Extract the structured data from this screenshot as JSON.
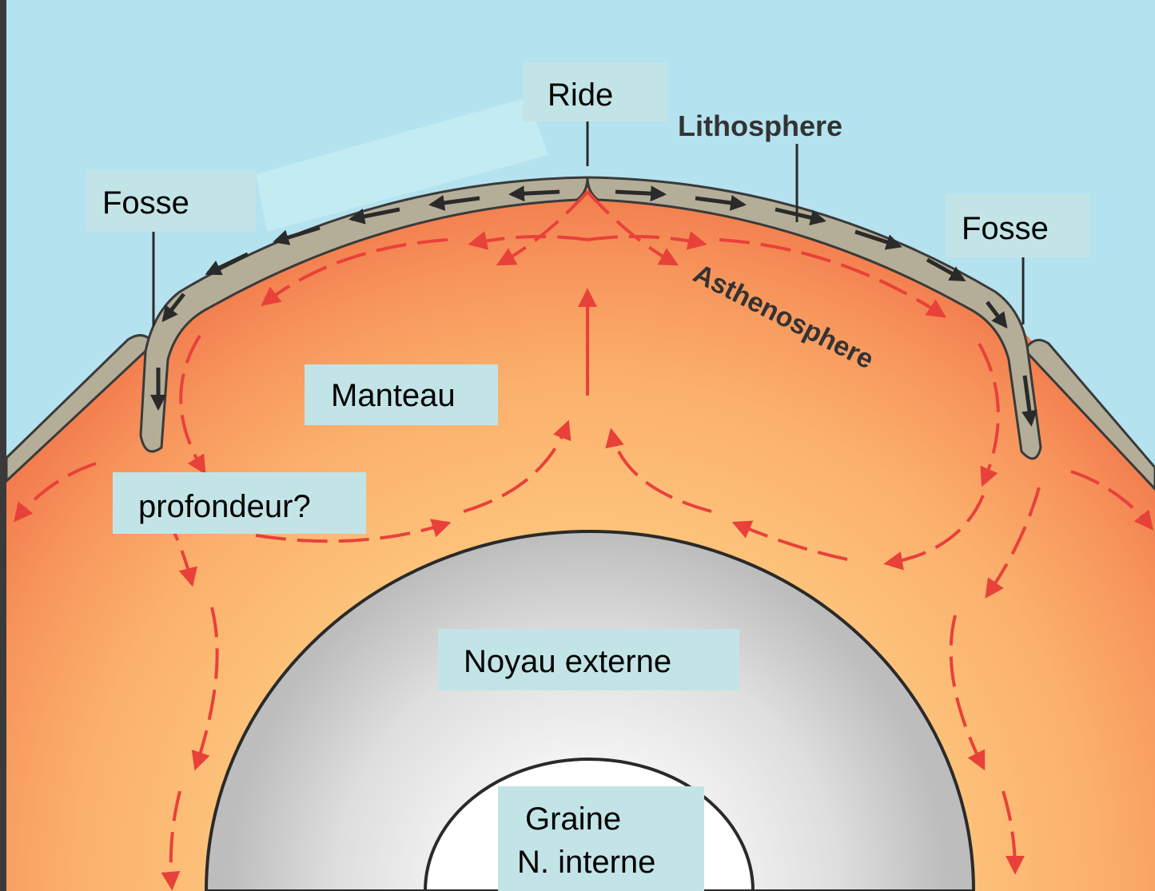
{
  "labels": {
    "ride": "Ride",
    "lithosphere": "Lithosphere",
    "asthenosphere": "Asthenosphere",
    "fosse_left": "Fosse",
    "fosse_right": "Fosse",
    "manteau": "Manteau",
    "profondeur": "profondeur?",
    "noyau_externe": "Noyau externe",
    "graine": "Graine",
    "noyau_interne": "N. interne"
  },
  "colors": {
    "sky": "#b5e2ef",
    "lithosphere": "#b4ae98",
    "mantle_outer": "#f3814f",
    "mantle_inner": "#fdc27a",
    "outer_core": "#c6c6c6",
    "inner_core": "#ffffff",
    "arrows": "#e8413a",
    "label_bg": "#c3e4e6"
  }
}
